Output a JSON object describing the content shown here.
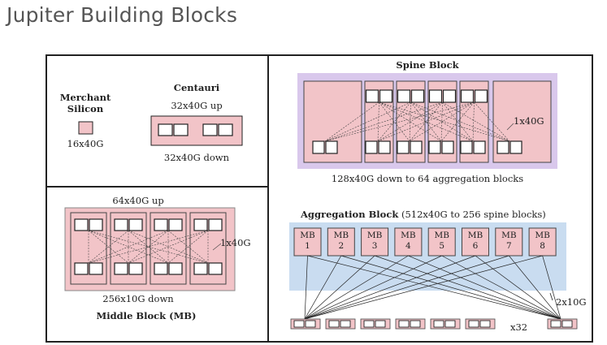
{
  "title": "Jupiter Building Blocks",
  "merchant": {
    "label_line1": "Merchant",
    "label_line2": "Silicon",
    "ports": "16x40G"
  },
  "centauri": {
    "label": "Centauri",
    "up": "32x40G up",
    "down": "32x40G down"
  },
  "spine": {
    "label": "Spine Block",
    "link_label": "1x40G",
    "caption": "128x40G down to 64 aggregation blocks"
  },
  "middle": {
    "up": "64x40G up",
    "link_label": "1x40G",
    "down": "256x10G down",
    "label": "Middle Block (MB)"
  },
  "aggregation": {
    "label": "Aggregation Block",
    "label_detail": "(512x40G to 256 spine blocks)",
    "mbs": [
      {
        "line1": "MB",
        "line2": "1"
      },
      {
        "line1": "MB",
        "line2": "2"
      },
      {
        "line1": "MB",
        "line2": "3"
      },
      {
        "line1": "MB",
        "line2": "4"
      },
      {
        "line1": "MB",
        "line2": "5"
      },
      {
        "line1": "MB",
        "line2": "6"
      },
      {
        "line1": "MB",
        "line2": "7"
      },
      {
        "line1": "MB",
        "line2": "8"
      }
    ],
    "link_label": "2x10G",
    "count_label": "x32"
  },
  "colors": {
    "pink": "#f2c4c8",
    "lavender": "#d9c8ec",
    "lightblue": "#c9dcf0",
    "line": "#222"
  }
}
